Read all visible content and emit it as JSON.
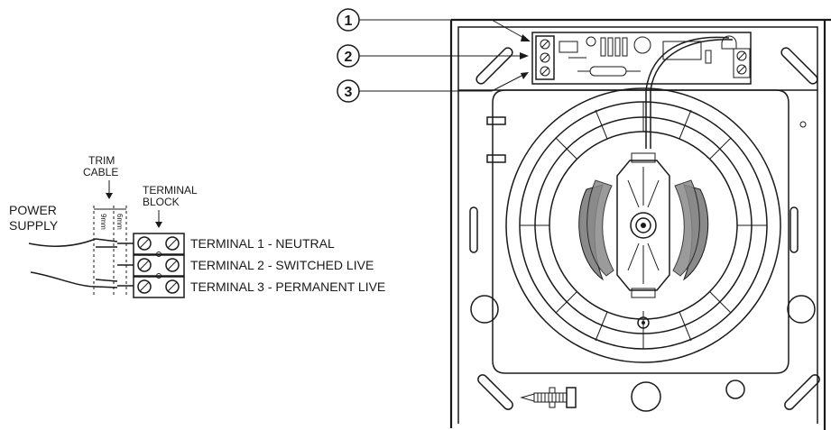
{
  "wiring": {
    "power_supply_line1": "POWER",
    "power_supply_line2": "SUPPLY",
    "trim_cable_line1": "TRIM",
    "trim_cable_line2": "CABLE",
    "terminal_block_line1": "TERMINAL",
    "terminal_block_line2": "BLOCK",
    "strip_9mm": "9mm",
    "strip_6mm": "6mm",
    "terminals": [
      "TERMINAL 1 - NEUTRAL",
      "TERMINAL 2 - SWITCHED LIVE",
      "TERMINAL 3 - PERMANENT LIVE"
    ]
  },
  "callouts": [
    "1",
    "2",
    "3"
  ],
  "icons": {
    "screw": "screw-icon",
    "terminal_screw": "terminal-screw-icon",
    "arrow": "down-arrow-icon"
  }
}
